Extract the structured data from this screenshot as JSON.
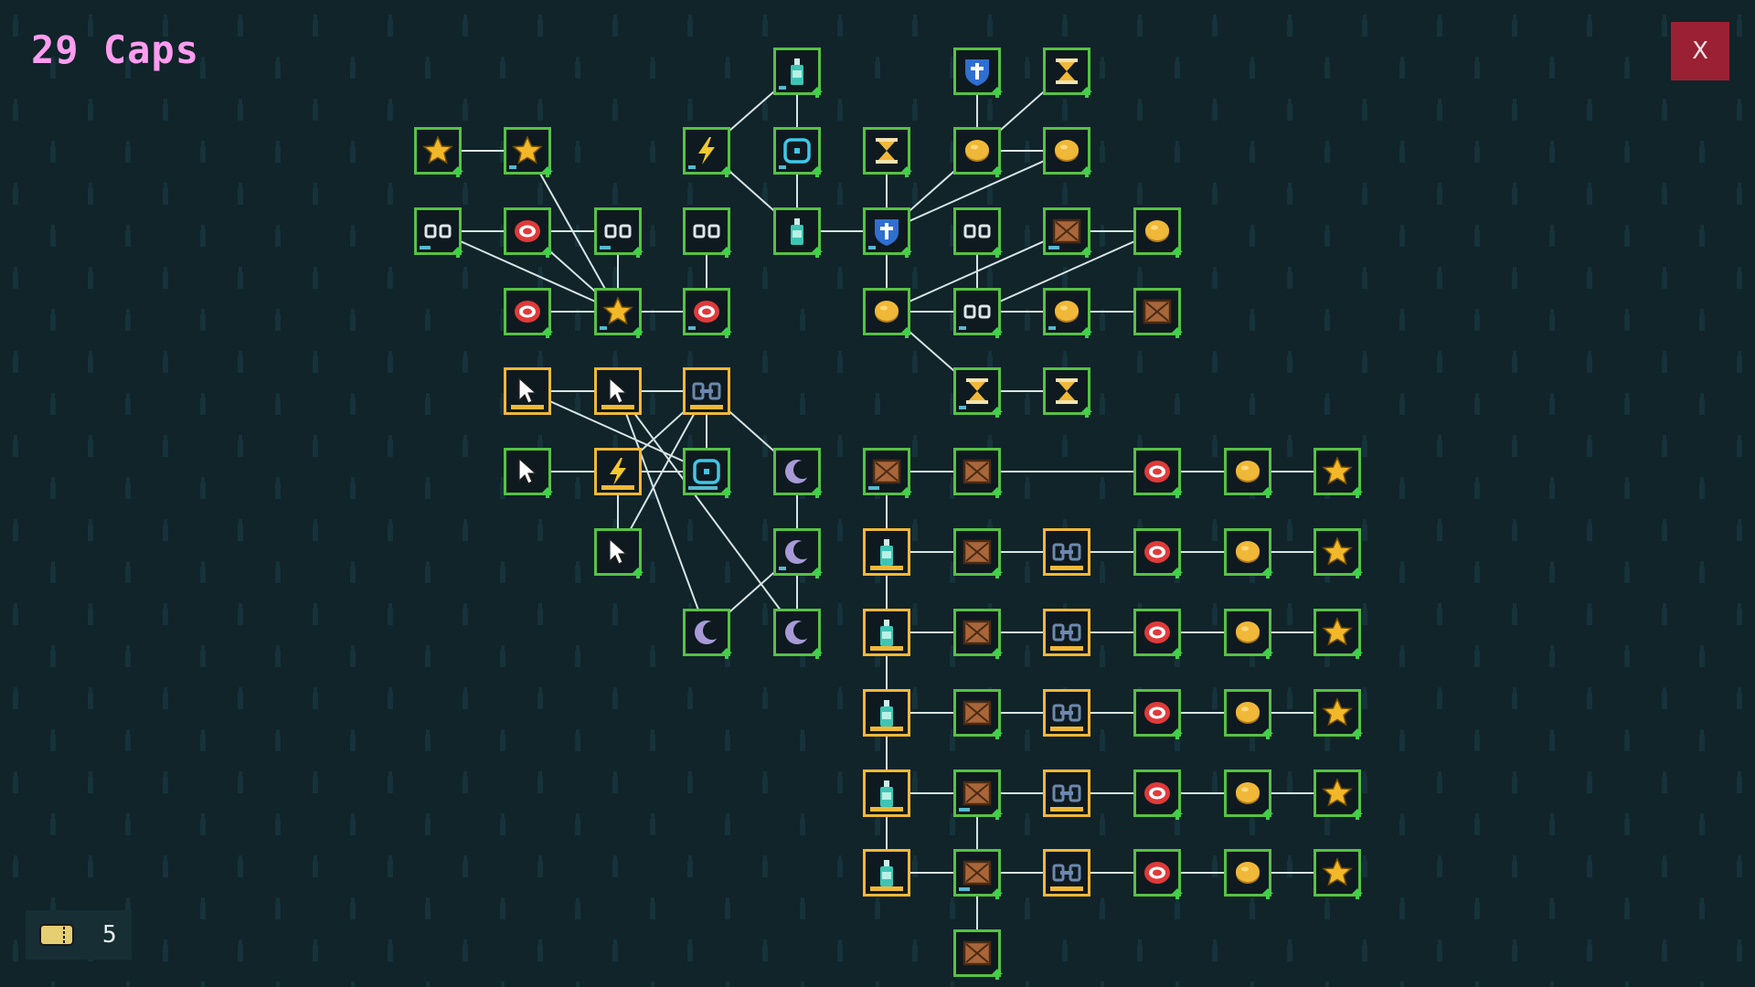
{
  "hud": {
    "caps_label": "29 Caps",
    "close_label": "X",
    "tickets_count": "5"
  },
  "colors": {
    "background": "#10242a",
    "node_border_unlocked": "#56c244",
    "node_border_selected": "#f0b838",
    "connector": "#d8e4e4",
    "caps_text": "#ff9cf0",
    "close_button": "#9a2134"
  },
  "nodes": [
    {
      "id": "n01",
      "icon": "bottle-icon",
      "state": "unlocked",
      "progress": 0.2
    },
    {
      "id": "n02",
      "icon": "shield-icon",
      "state": "unlocked",
      "progress": 0
    },
    {
      "id": "n03",
      "icon": "hourglass-icon",
      "state": "unlocked",
      "progress": 0
    },
    {
      "id": "n04",
      "icon": "star-icon",
      "state": "unlocked",
      "progress": 0
    },
    {
      "id": "n05",
      "icon": "star-icon",
      "state": "unlocked",
      "progress": 0.2
    },
    {
      "id": "n06",
      "icon": "lightning-icon",
      "state": "unlocked",
      "progress": 0.2
    },
    {
      "id": "n07",
      "icon": "target-icon",
      "state": "unlocked",
      "progress": 0.2
    },
    {
      "id": "n08",
      "icon": "hourglass-icon",
      "state": "unlocked",
      "progress": 0
    },
    {
      "id": "n09",
      "icon": "coin-icon",
      "state": "unlocked",
      "progress": 0
    },
    {
      "id": "n10",
      "icon": "coin-icon",
      "state": "unlocked",
      "progress": 0
    },
    {
      "id": "n11",
      "icon": "infinity-icon",
      "state": "unlocked",
      "progress": 0.3
    },
    {
      "id": "n12",
      "icon": "ring-icon",
      "state": "unlocked",
      "progress": 0
    },
    {
      "id": "n13",
      "icon": "infinity-icon",
      "state": "unlocked",
      "progress": 0.3
    },
    {
      "id": "n14",
      "icon": "infinity-icon",
      "state": "unlocked",
      "progress": 0
    },
    {
      "id": "n15",
      "icon": "bottle-icon",
      "state": "unlocked",
      "progress": 0
    },
    {
      "id": "n16",
      "icon": "shield-icon",
      "state": "unlocked",
      "progress": 0.2
    },
    {
      "id": "n17",
      "icon": "infinity-icon",
      "state": "unlocked",
      "progress": 0
    },
    {
      "id": "n18",
      "icon": "crate-icon",
      "state": "unlocked",
      "progress": 0.3
    },
    {
      "id": "n19",
      "icon": "coin-icon",
      "state": "unlocked",
      "progress": 0
    },
    {
      "id": "n20",
      "icon": "ring-icon",
      "state": "unlocked",
      "progress": 0
    },
    {
      "id": "n21",
      "icon": "star-icon",
      "state": "unlocked",
      "progress": 0.2
    },
    {
      "id": "n22",
      "icon": "ring-icon",
      "state": "unlocked",
      "progress": 0.2
    },
    {
      "id": "n23",
      "icon": "coin-icon",
      "state": "unlocked",
      "progress": 0
    },
    {
      "id": "n24",
      "icon": "infinity-icon",
      "state": "unlocked",
      "progress": 0.2
    },
    {
      "id": "n25",
      "icon": "coin-icon",
      "state": "unlocked",
      "progress": 0.2
    },
    {
      "id": "n26",
      "icon": "crate-icon",
      "state": "unlocked",
      "progress": 0
    },
    {
      "id": "n27",
      "icon": "cursor-icon",
      "state": "selected",
      "progress": 0
    },
    {
      "id": "n28",
      "icon": "cursor-icon",
      "state": "selected",
      "progress": 0
    },
    {
      "id": "n29",
      "icon": "chain-icon",
      "state": "selected",
      "progress": 0
    },
    {
      "id": "n30",
      "icon": "hourglass-icon",
      "state": "unlocked",
      "progress": 0.2
    },
    {
      "id": "n31",
      "icon": "hourglass-icon",
      "state": "unlocked",
      "progress": 0
    },
    {
      "id": "n32",
      "icon": "cursor-icon",
      "state": "unlocked",
      "progress": 0
    },
    {
      "id": "n33",
      "icon": "lightning-icon",
      "state": "selected",
      "progress": 0
    },
    {
      "id": "n34",
      "icon": "target-icon",
      "state": "unlocked",
      "progress": 0.8
    },
    {
      "id": "n35",
      "icon": "moon-icon",
      "state": "unlocked",
      "progress": 0
    },
    {
      "id": "n36",
      "icon": "crate-icon",
      "state": "unlocked",
      "progress": 0.3
    },
    {
      "id": "n37",
      "icon": "crate-icon",
      "state": "unlocked",
      "progress": 0
    },
    {
      "id": "n38",
      "icon": "ring-icon",
      "state": "unlocked",
      "progress": 0
    },
    {
      "id": "n39",
      "icon": "coin-icon",
      "state": "unlocked",
      "progress": 0
    },
    {
      "id": "n40",
      "icon": "star-icon",
      "state": "unlocked",
      "progress": 0
    },
    {
      "id": "n41",
      "icon": "cursor-icon",
      "state": "unlocked",
      "progress": 0
    },
    {
      "id": "n42",
      "icon": "moon-icon",
      "state": "unlocked",
      "progress": 0.2
    },
    {
      "id": "n43",
      "icon": "bottle-icon",
      "state": "selected",
      "progress": 0
    },
    {
      "id": "n44",
      "icon": "crate-icon",
      "state": "unlocked",
      "progress": 0
    },
    {
      "id": "n45",
      "icon": "chain-icon",
      "state": "selected",
      "progress": 0
    },
    {
      "id": "n46",
      "icon": "ring-icon",
      "state": "unlocked",
      "progress": 0
    },
    {
      "id": "n47",
      "icon": "coin-icon",
      "state": "unlocked",
      "progress": 0
    },
    {
      "id": "n48",
      "icon": "star-icon",
      "state": "unlocked",
      "progress": 0
    },
    {
      "id": "n49",
      "icon": "moon-icon",
      "state": "unlocked",
      "progress": 0
    },
    {
      "id": "n50",
      "icon": "moon-icon",
      "state": "unlocked",
      "progress": 0
    },
    {
      "id": "n51",
      "icon": "bottle-icon",
      "state": "selected",
      "progress": 0
    },
    {
      "id": "n52",
      "icon": "crate-icon",
      "state": "unlocked",
      "progress": 0
    },
    {
      "id": "n53",
      "icon": "chain-icon",
      "state": "selected",
      "progress": 0
    },
    {
      "id": "n54",
      "icon": "ring-icon",
      "state": "unlocked",
      "progress": 0
    },
    {
      "id": "n55",
      "icon": "coin-icon",
      "state": "unlocked",
      "progress": 0
    },
    {
      "id": "n56",
      "icon": "star-icon",
      "state": "unlocked",
      "progress": 0
    },
    {
      "id": "n57",
      "icon": "bottle-icon",
      "state": "selected",
      "progress": 0
    },
    {
      "id": "n58",
      "icon": "crate-icon",
      "state": "unlocked",
      "progress": 0
    },
    {
      "id": "n59",
      "icon": "chain-icon",
      "state": "selected",
      "progress": 0
    },
    {
      "id": "n60",
      "icon": "ring-icon",
      "state": "unlocked",
      "progress": 0
    },
    {
      "id": "n61",
      "icon": "coin-icon",
      "state": "unlocked",
      "progress": 0
    },
    {
      "id": "n62",
      "icon": "star-icon",
      "state": "unlocked",
      "progress": 0
    },
    {
      "id": "n63",
      "icon": "bottle-icon",
      "state": "selected",
      "progress": 0
    },
    {
      "id": "n64",
      "icon": "crate-icon",
      "state": "unlocked",
      "progress": 0.3
    },
    {
      "id": "n65",
      "icon": "chain-icon",
      "state": "selected",
      "progress": 0
    },
    {
      "id": "n66",
      "icon": "ring-icon",
      "state": "unlocked",
      "progress": 0
    },
    {
      "id": "n67",
      "icon": "coin-icon",
      "state": "unlocked",
      "progress": 0
    },
    {
      "id": "n68",
      "icon": "star-icon",
      "state": "unlocked",
      "progress": 0
    },
    {
      "id": "n69",
      "icon": "bottle-icon",
      "state": "selected",
      "progress": 0
    },
    {
      "id": "n70",
      "icon": "crate-icon",
      "state": "unlocked",
      "progress": 0.3
    },
    {
      "id": "n71",
      "icon": "chain-icon",
      "state": "selected",
      "progress": 0
    },
    {
      "id": "n72",
      "icon": "ring-icon",
      "state": "unlocked",
      "progress": 0
    },
    {
      "id": "n73",
      "icon": "coin-icon",
      "state": "unlocked",
      "progress": 0
    },
    {
      "id": "n74",
      "icon": "star-icon",
      "state": "unlocked",
      "progress": 0
    },
    {
      "id": "n75",
      "icon": "crate-icon",
      "state": "unlocked",
      "progress": 0
    }
  ],
  "edges": [
    [
      "n01",
      "n06"
    ],
    [
      "n01",
      "n07"
    ],
    [
      "n07",
      "n15"
    ],
    [
      "n06",
      "n15"
    ],
    [
      "n02",
      "n09"
    ],
    [
      "n03",
      "n09"
    ],
    [
      "n09",
      "n10"
    ],
    [
      "n08",
      "n16"
    ],
    [
      "n09",
      "n16"
    ],
    [
      "n10",
      "n16"
    ],
    [
      "n04",
      "n05"
    ],
    [
      "n05",
      "n21"
    ],
    [
      "n11",
      "n12"
    ],
    [
      "n12",
      "n13"
    ],
    [
      "n11",
      "n21"
    ],
    [
      "n12",
      "n21"
    ],
    [
      "n13",
      "n21"
    ],
    [
      "n14",
      "n22"
    ],
    [
      "n15",
      "n16"
    ],
    [
      "n16",
      "n23"
    ],
    [
      "n17",
      "n24"
    ],
    [
      "n18",
      "n19"
    ],
    [
      "n18",
      "n23"
    ],
    [
      "n19",
      "n24"
    ],
    [
      "n20",
      "n21"
    ],
    [
      "n21",
      "n22"
    ],
    [
      "n23",
      "n24"
    ],
    [
      "n24",
      "n25"
    ],
    [
      "n25",
      "n26"
    ],
    [
      "n23",
      "n30"
    ],
    [
      "n30",
      "n31"
    ],
    [
      "n27",
      "n28"
    ],
    [
      "n28",
      "n29"
    ],
    [
      "n27",
      "n34"
    ],
    [
      "n28",
      "n50"
    ],
    [
      "n28",
      "n49"
    ],
    [
      "n29",
      "n34"
    ],
    [
      "n29",
      "n35"
    ],
    [
      "n29",
      "n33"
    ],
    [
      "n29",
      "n41"
    ],
    [
      "n32",
      "n33"
    ],
    [
      "n33",
      "n34"
    ],
    [
      "n33",
      "n41"
    ],
    [
      "n35",
      "n42"
    ],
    [
      "n42",
      "n50"
    ],
    [
      "n42",
      "n49"
    ],
    [
      "n36",
      "n37"
    ],
    [
      "n37",
      "n38"
    ],
    [
      "n38",
      "n39"
    ],
    [
      "n39",
      "n40"
    ],
    [
      "n36",
      "n43"
    ],
    [
      "n43",
      "n44"
    ],
    [
      "n44",
      "n45"
    ],
    [
      "n45",
      "n46"
    ],
    [
      "n46",
      "n47"
    ],
    [
      "n47",
      "n48"
    ],
    [
      "n43",
      "n51"
    ],
    [
      "n51",
      "n52"
    ],
    [
      "n52",
      "n53"
    ],
    [
      "n53",
      "n54"
    ],
    [
      "n54",
      "n55"
    ],
    [
      "n55",
      "n56"
    ],
    [
      "n51",
      "n57"
    ],
    [
      "n57",
      "n58"
    ],
    [
      "n58",
      "n59"
    ],
    [
      "n59",
      "n60"
    ],
    [
      "n60",
      "n61"
    ],
    [
      "n61",
      "n62"
    ],
    [
      "n57",
      "n63"
    ],
    [
      "n63",
      "n64"
    ],
    [
      "n64",
      "n65"
    ],
    [
      "n65",
      "n66"
    ],
    [
      "n66",
      "n67"
    ],
    [
      "n67",
      "n68"
    ],
    [
      "n63",
      "n69"
    ],
    [
      "n69",
      "n70"
    ],
    [
      "n70",
      "n71"
    ],
    [
      "n71",
      "n72"
    ],
    [
      "n72",
      "n73"
    ],
    [
      "n73",
      "n74"
    ],
    [
      "n64",
      "n70"
    ],
    [
      "n70",
      "n75"
    ]
  ]
}
